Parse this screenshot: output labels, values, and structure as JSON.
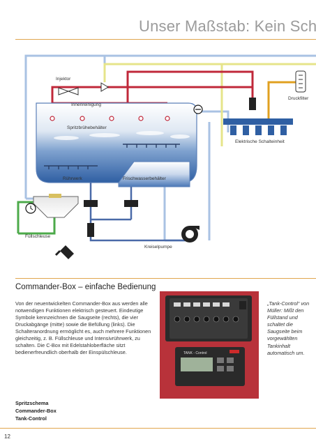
{
  "headline": "Unser Maßstab: Kein Schla",
  "diagram": {
    "labels": {
      "injektor": "Injektor",
      "innenreinigung": "Innenreinigung",
      "spritzbruehebehaelter": "Spritzbrühebehälter",
      "ruehrwerk": "Rührwerk",
      "frischwasserbehaelter": "Frischwasserbehälter",
      "druckfilter": "Druckfilter",
      "elektrische_schalteinheit": "Elektrische Schalteinheit",
      "fuellschleuse": "Füllschleuse",
      "kreiselpumpe": "Kreiselpumpe"
    },
    "colors": {
      "tank_blue": "#3e6fb0",
      "pipe_light_blue": "#a9c2e3",
      "pipe_dark_blue": "#4a6aa8",
      "pipe_red": "#c0283a",
      "pipe_green": "#4caa4a",
      "pipe_yellow": "#e6e48a",
      "pipe_orange": "#e0a020",
      "accent_rule": "#e0a54d"
    }
  },
  "section": {
    "title": "Commander-Box – einfache Bedienung",
    "body": "Von der neuentwickelten Commander-Box aus werden alle notwendigen Funktionen elektrisch gesteuert. Eindeutige Symbole kennzeichnen die Saugseite (rechts), die vier Druckabgänge (mitte) sowie die Befüllung (links). Die Schalteranordnung ermöglicht es, auch mehrere Funktionen gleichzeitig, z. B. Füllschleuse und Intensivrührwerk, zu schalten. Die C-Box mit Edelstahloberfläche sitzt bedienerfreundlich oberhalb der Einspülschleuse."
  },
  "photo": {
    "panel_label": "TANK - Control"
  },
  "caption": "„Tank-Control“ von Müller: Mißt den Füllstand und schaltet die Saugseite beim vorgewählten Tankinhalt automatisch um.",
  "footer": {
    "items": [
      "Spritzschema",
      "Commander-Box",
      "Tank-Control"
    ],
    "page_number": "12"
  }
}
